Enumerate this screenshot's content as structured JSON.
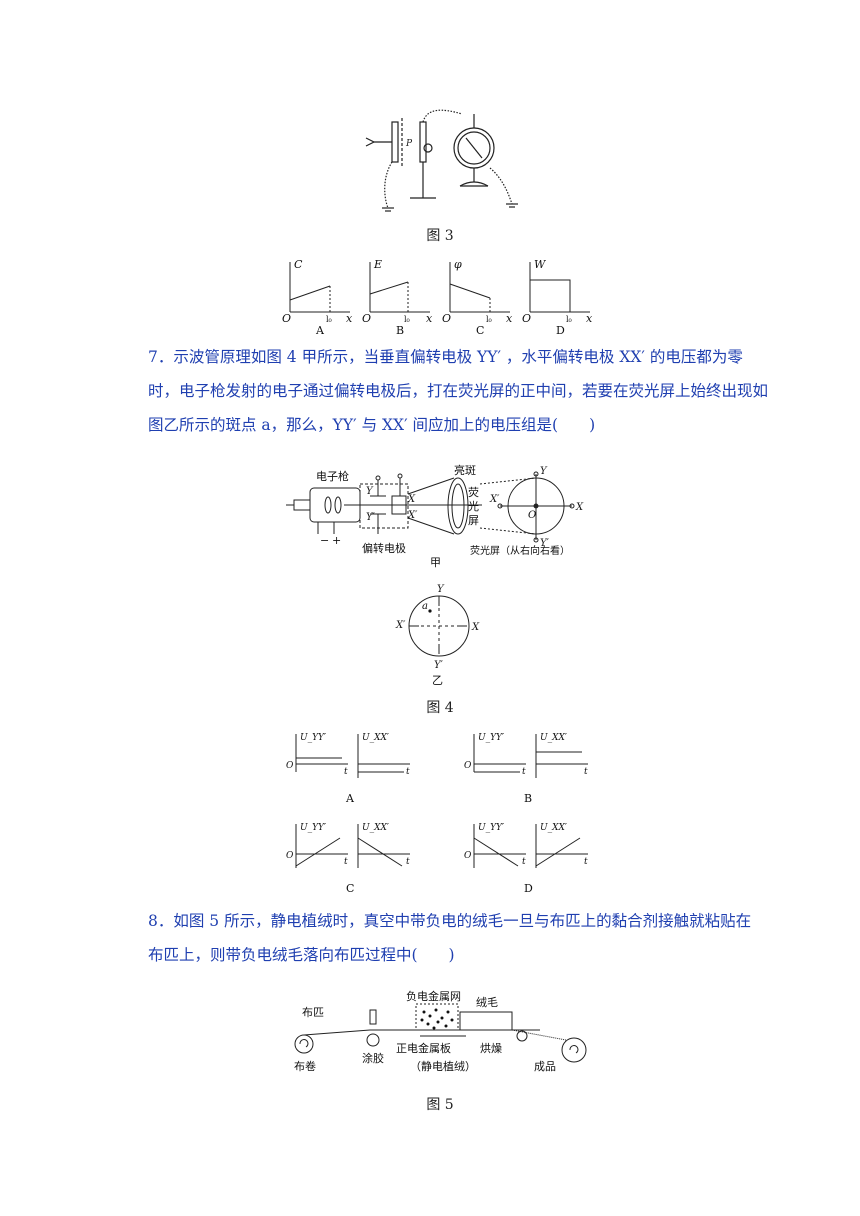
{
  "fig3": {
    "caption": "图 3",
    "apparatus_label": "P",
    "graphs": [
      {
        "axis": "C",
        "option": "A",
        "origin": "O",
        "x_axis": "x",
        "x_mark": "l₀"
      },
      {
        "axis": "E",
        "option": "B",
        "origin": "O",
        "x_axis": "x",
        "x_mark": "l₀"
      },
      {
        "axis": "φ",
        "option": "C",
        "origin": "O",
        "x_axis": "x",
        "x_mark": "l₀"
      },
      {
        "axis": "W",
        "option": "D",
        "origin": "O",
        "x_axis": "x",
        "x_mark": "l₀"
      }
    ]
  },
  "q7": {
    "line1": "7．示波管原理如图 4 甲所示，当垂直偏转电极 YY′ ，水平偏转电极 XX′ 的电压都为零",
    "line2": "时，电子枪发射的电子通过偏转电极后，打在荧光屏的正中间，若要在荧光屏上始终出现如",
    "line3": "图乙所示的斑点 a，那么，YY′ 与 XX′ 间应加上的电压组是(　　)"
  },
  "fig4": {
    "caption": "图 4",
    "jia": {
      "label": "甲",
      "electron_gun": "电子枪",
      "bright_spot": "亮斑",
      "screen_v1": "荧",
      "screen_v2": "光",
      "screen_v3": "屏",
      "deflector": "偏转电极",
      "screen_note": "荧光屏（从右向右看）",
      "Y": "Y",
      "Yp": "Y′",
      "X": "X",
      "Xp": "X′",
      "O": "O",
      "minus": "−",
      "plus": "+"
    },
    "yi": {
      "label": "乙",
      "Y": "Y",
      "Yp": "Y′",
      "X": "X",
      "Xp": "X′",
      "a": "a"
    },
    "options": [
      {
        "letter": "A",
        "left_label": "U_YY′",
        "right_label": "U_XX′",
        "origin": "O",
        "t": "t"
      },
      {
        "letter": "B",
        "left_label": "U_YY′",
        "right_label": "U_XX′",
        "origin": "O",
        "t": "t"
      },
      {
        "letter": "C",
        "left_label": "U_YY′",
        "right_label": "U_XX′",
        "origin": "O",
        "t": "t"
      },
      {
        "letter": "D",
        "left_label": "U_YY′",
        "right_label": "U_XX′",
        "origin": "O",
        "t": "t"
      }
    ]
  },
  "q8": {
    "line1": "8．如图 5 所示，静电植绒时，真空中带负电的绒毛一旦与布匹上的黏合剂接触就粘贴在",
    "line2": "布匹上，则带负电绒毛落向布匹过程中(　　)"
  },
  "fig5": {
    "caption": "图 5",
    "neg_mesh": "负电金属网",
    "fluff": "绒毛",
    "cloth": "布匹",
    "roll": "布卷",
    "glue": "涂胶",
    "pos_plate": "正电金属板",
    "process": "（静电植绒）",
    "dry": "烘燥",
    "product": "成品"
  }
}
